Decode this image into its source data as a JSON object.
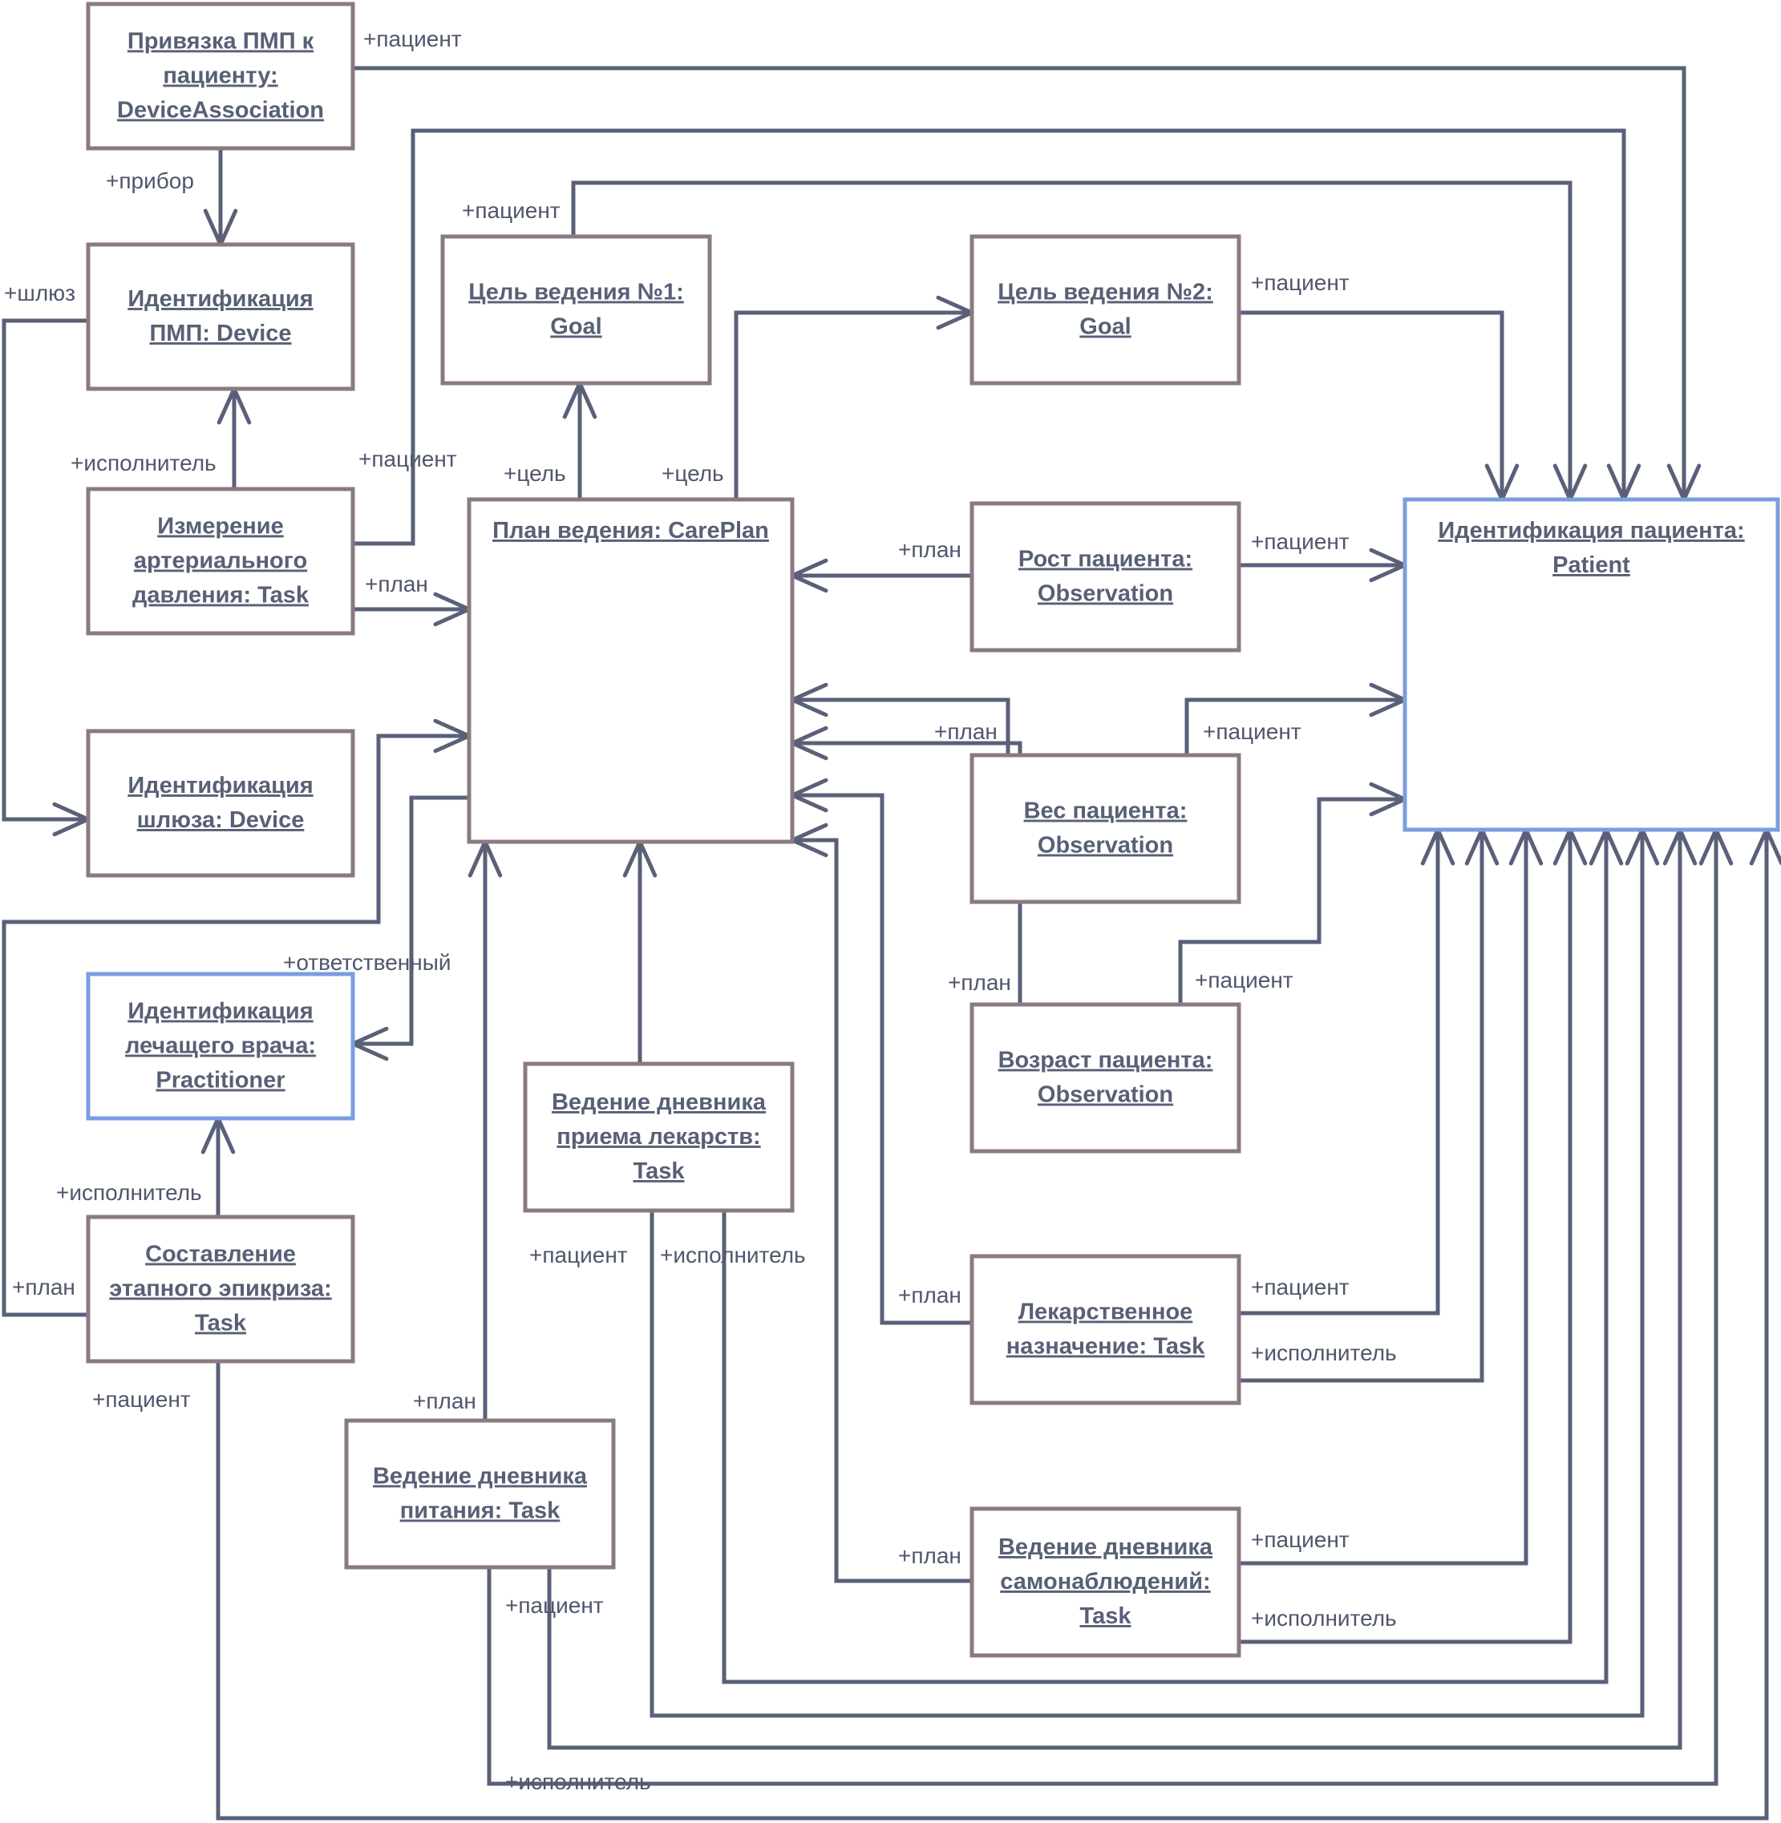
{
  "nodes": [
    {
      "id": "device_association",
      "lines": [
        "Привязка ПМП к",
        "пациенту:",
        "DeviceAssociation"
      ]
    },
    {
      "id": "device_pmp",
      "lines": [
        "Идентификация",
        "ПМП: Device"
      ]
    },
    {
      "id": "bp_task",
      "lines": [
        "Измерение",
        "артериального",
        "давления: Task"
      ]
    },
    {
      "id": "gateway_device",
      "lines": [
        "Идентификация",
        "шлюза: Device"
      ]
    },
    {
      "id": "practitioner",
      "lines": [
        "Идентификация",
        "лечащего врача:",
        "Practitioner"
      ]
    },
    {
      "id": "epicrisis_task",
      "lines": [
        "Составление",
        "этапного эпикриза:",
        "Task"
      ]
    },
    {
      "id": "goal1",
      "lines": [
        "Цель ведения №1:",
        "Goal"
      ]
    },
    {
      "id": "careplan",
      "lines": [
        "План ведения: CarePlan"
      ]
    },
    {
      "id": "meds_diary_task",
      "lines": [
        "Ведение дневника",
        "приема лекарств:",
        "Task"
      ]
    },
    {
      "id": "nutrition_diary_task",
      "lines": [
        "Ведение дневника",
        "питания: Task"
      ]
    },
    {
      "id": "goal2",
      "lines": [
        "Цель ведения №2:",
        "Goal"
      ]
    },
    {
      "id": "height_obs",
      "lines": [
        "Рост пациента:",
        "Observation"
      ]
    },
    {
      "id": "weight_obs",
      "lines": [
        "Вес пациента:",
        "Observation"
      ]
    },
    {
      "id": "age_obs",
      "lines": [
        "Возраст пациента:",
        "Observation"
      ]
    },
    {
      "id": "med_request_task",
      "lines": [
        "Лекарственное",
        "назначение: Task"
      ]
    },
    {
      "id": "selfobs_diary_task",
      "lines": [
        "Ведение дневника",
        "самонаблюдений:",
        "Task"
      ]
    },
    {
      "id": "patient",
      "lines": [
        "Идентификация пациента:",
        "Patient"
      ]
    }
  ],
  "roles": {
    "patient": "+пациент",
    "device": "+прибор",
    "gateway": "+шлюз",
    "performer": "+исполнитель",
    "plan": "+план",
    "goal": "+цель",
    "responsible": "+ответственный"
  }
}
